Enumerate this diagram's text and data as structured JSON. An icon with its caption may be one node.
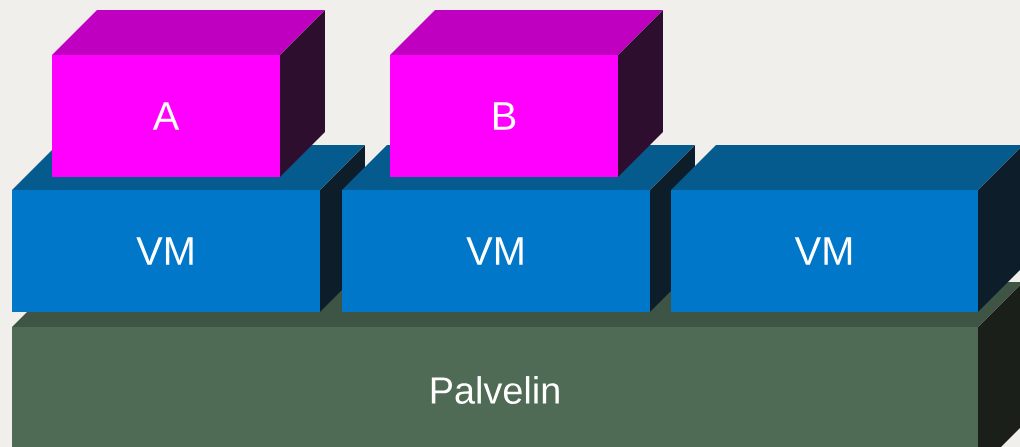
{
  "diagram": {
    "nodes": [
      {
        "text": [
          "A"
        ]
      },
      {
        "text": [
          "B"
        ]
      },
      {
        "text": [
          "VM"
        ]
      },
      {
        "text": [
          "VM"
        ]
      },
      {
        "text": [
          "VM"
        ]
      },
      {
        "text": [
          "Palvelin"
        ]
      }
    ]
  }
}
